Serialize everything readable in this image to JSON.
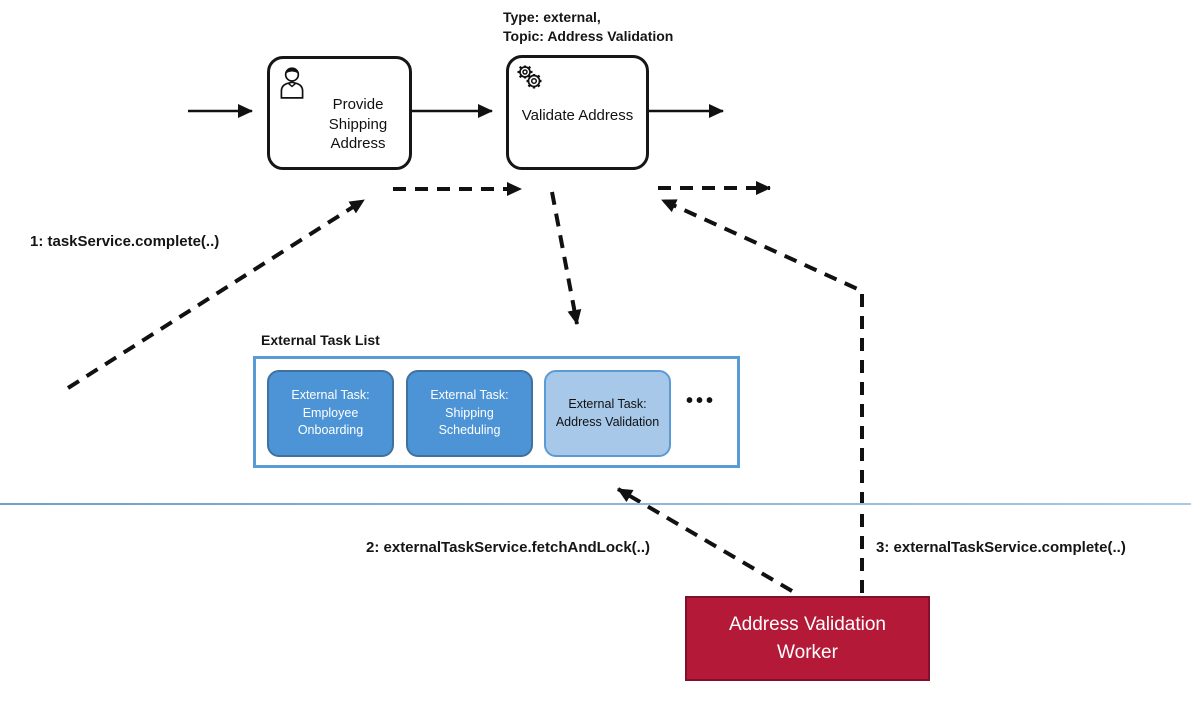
{
  "diagram": {
    "annotation": {
      "line1": "Type: external,",
      "line2": "Topic: Address Validation"
    },
    "process": {
      "task1_label": "Provide Shipping Address",
      "task2_label": "Validate Address",
      "task1_icon": "user-icon",
      "task2_icon": "service-gear-icon"
    },
    "calls": {
      "call1": "1: taskService.complete(..)",
      "call2": "2: externalTaskService.fetchAndLock(..)",
      "call3": "3: externalTaskService.complete(..)"
    },
    "task_list": {
      "title": "External Task List",
      "items": [
        {
          "prefix": "External Task:",
          "name": "Employee Onboarding",
          "variant": "dark"
        },
        {
          "prefix": "External Task:",
          "name": "Shipping Scheduling",
          "variant": "dark"
        },
        {
          "prefix": "External Task:",
          "name": "Address Validation",
          "variant": "light"
        }
      ],
      "ellipsis": "•••"
    },
    "worker": {
      "label": "Address Validation Worker"
    },
    "colors": {
      "task_item_blue": "#4D94D6",
      "task_item_blue_border": "#41719C",
      "task_item_light_blue": "#A8C8EA",
      "list_container_border": "#5B9BD5",
      "worker_red": "#B41937",
      "worker_red_border": "#82102A",
      "divider_blue": "#6FA0CC",
      "line_black": "#111111"
    }
  }
}
